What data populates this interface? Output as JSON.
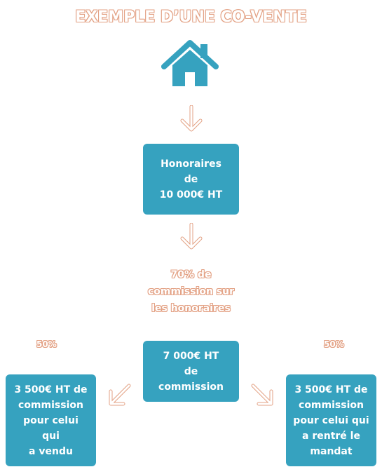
{
  "title": "EXEMPLE D’UNE CO-VENTE",
  "icons": {
    "house": "house-icon",
    "arrow": "arrow-down-icon",
    "arrow_left": "arrow-down-left-icon",
    "arrow_right": "arrow-down-right-icon"
  },
  "colors": {
    "box": "#36a2bf",
    "accent_outline": "#e3a184"
  },
  "fees_box": "Honoraires\nde\n10 000€ HT",
  "commission_note": "70% de\ncommission sur\nles honoraires",
  "commission_box": "7 000€ HT\nde\ncommission",
  "split_left_pct": "50%",
  "split_right_pct": "50%",
  "seller_box": "3 500€ HT de\ncommission\npour celui\nqui\na vendu",
  "mandate_box": "3 500€ HT de\ncommission\npour celui qui\na rentré le\nmandat"
}
